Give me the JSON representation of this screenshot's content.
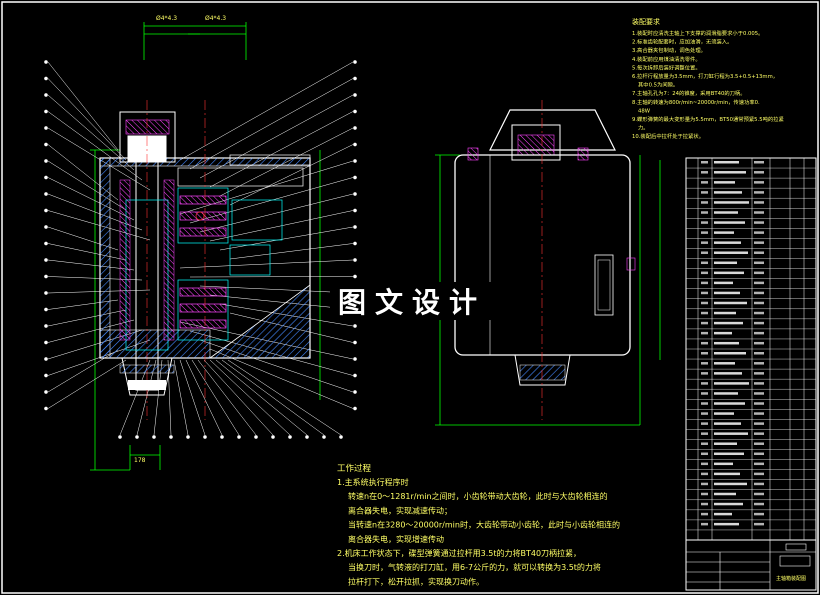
{
  "watermark": "图文设计",
  "dimensions": {
    "top_left": "Ø4*4.3",
    "top_right": "Ø4*4.3",
    "bottom": "178"
  },
  "requirements": {
    "title": "装配要求",
    "items": [
      "1.装配时应清洗主轴上下支撑的润滑脂要求小于0.005。",
      "2.标准齿轮配套时，应加油滑，无须装入。",
      "3.高合器夹包制动，调色处理。",
      "4.装配前应用煤油清洗零件。",
      "5.每次拆卸后装好调整位置。",
      "6.拉杆行程放量为3.5mm，打刀缸行程为3.5+0.5+13mm，其中0.5为间隙。",
      "7.主轴孔孔为7：24的锥度，采用BT40的刀柄。",
      "8.主轴的转速为800r/min~20000r/min，传速功率0.48W",
      "9.蝶形弹簧的最大变形量为5.5mm，BT50通常预紧5.5吨的拉紧力。",
      "10.装配后中拉杆处于拉紧状。"
    ]
  },
  "process": {
    "title": "工作过程",
    "lines": [
      "1.主系统执行程序时",
      "转速n在0～1281r/min之间时，小齿轮带动大齿轮，此时与大齿轮相连的",
      "离合器失电，实现减速传动；",
      "当转速n在3280～20000r/min时，大齿轮带动小齿轮，此时与小齿轮相连的",
      "离合器失电，实现增速传动",
      "2.机床工作状态下，碟型弹簧通过拉杆用3.5t的力将BT40刀柄拉紧，",
      "当换刀时，气转液的打刀缸，用6-7公斤的力，就可以转换为3.5t的力将",
      "拉杆打下，松开拉抓，实现换刀动作。"
    ]
  },
  "title_block": {
    "name": "主轴箱装配图"
  },
  "colors": {
    "background": "#000000",
    "outline": "#ffffff",
    "text": "#ffff66",
    "dimension": "#00ff00",
    "centerline": "#ff3333",
    "hatch": "#4488ff",
    "detail": "#00ffff",
    "accent": "#ff44ff"
  }
}
